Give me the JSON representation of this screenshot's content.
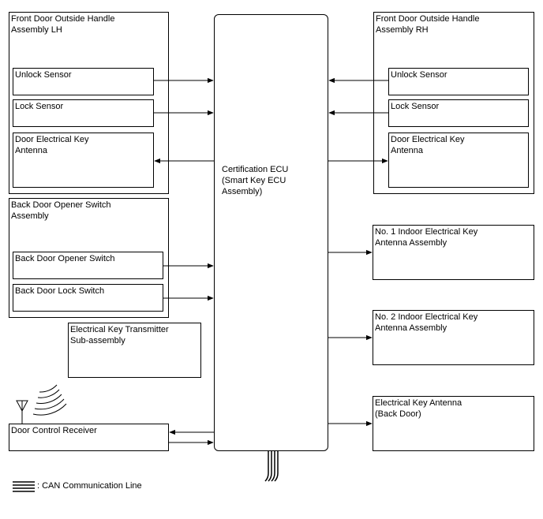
{
  "lh_assembly": {
    "title": "Front Door Outside Handle\nAssembly LH",
    "unlock_sensor": "Unlock Sensor",
    "lock_sensor": "Lock Sensor",
    "antenna": "Door Electrical Key\nAntenna"
  },
  "rh_assembly": {
    "title": "Front Door Outside Handle\nAssembly RH",
    "unlock_sensor": "Unlock Sensor",
    "lock_sensor": "Lock Sensor",
    "antenna": "Door Electrical Key\nAntenna"
  },
  "back_door_assembly": {
    "title": "Back Door Opener Switch\nAssembly",
    "opener_switch": "Back Door Opener Switch",
    "lock_switch": "Back Door Lock Switch"
  },
  "transmitter": "Electrical Key Transmitter\nSub-assembly",
  "receiver": "Door Control Receiver",
  "ecu": "Certification ECU\n(Smart Key ECU\nAssembly)",
  "indoor_antenna_1": "No. 1 Indoor Electrical Key\nAntenna Assembly",
  "indoor_antenna_2": "No. 2 Indoor Electrical Key\nAntenna Assembly",
  "back_door_antenna": "Electrical Key Antenna\n(Back Door)",
  "legend": ": CAN Communication Line"
}
